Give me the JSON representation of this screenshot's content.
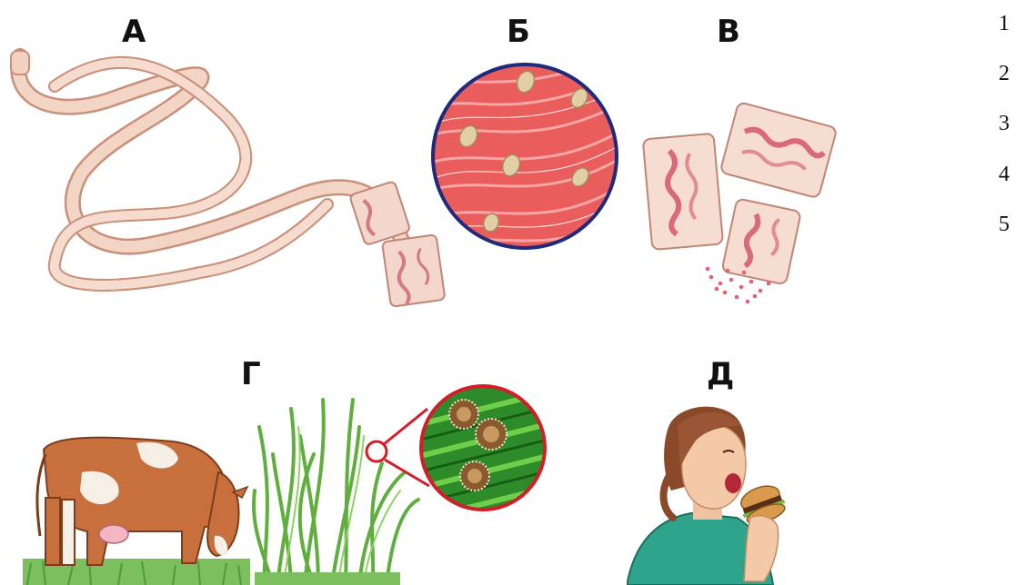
{
  "labels": {
    "a": "А",
    "b": "Б",
    "v": "В",
    "g": "Г",
    "d": "Д"
  },
  "numbers": [
    "1",
    "2",
    "3",
    "4",
    "5"
  ]
}
